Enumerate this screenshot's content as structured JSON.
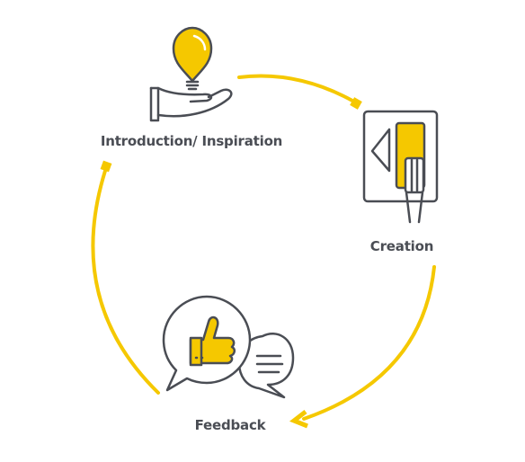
{
  "stages": {
    "introduction": {
      "label": "Introduction/ Inspiration",
      "icon": "lightbulb-hand-icon"
    },
    "creation": {
      "label": "Creation",
      "icon": "canvas-brush-icon"
    },
    "feedback": {
      "label": "Feedback",
      "icon": "thumbs-up-chat-icon"
    }
  },
  "colors": {
    "accent": "#f5c800",
    "outline": "#4a4d54",
    "label": "#4a4d54",
    "background": "#ffffff"
  }
}
